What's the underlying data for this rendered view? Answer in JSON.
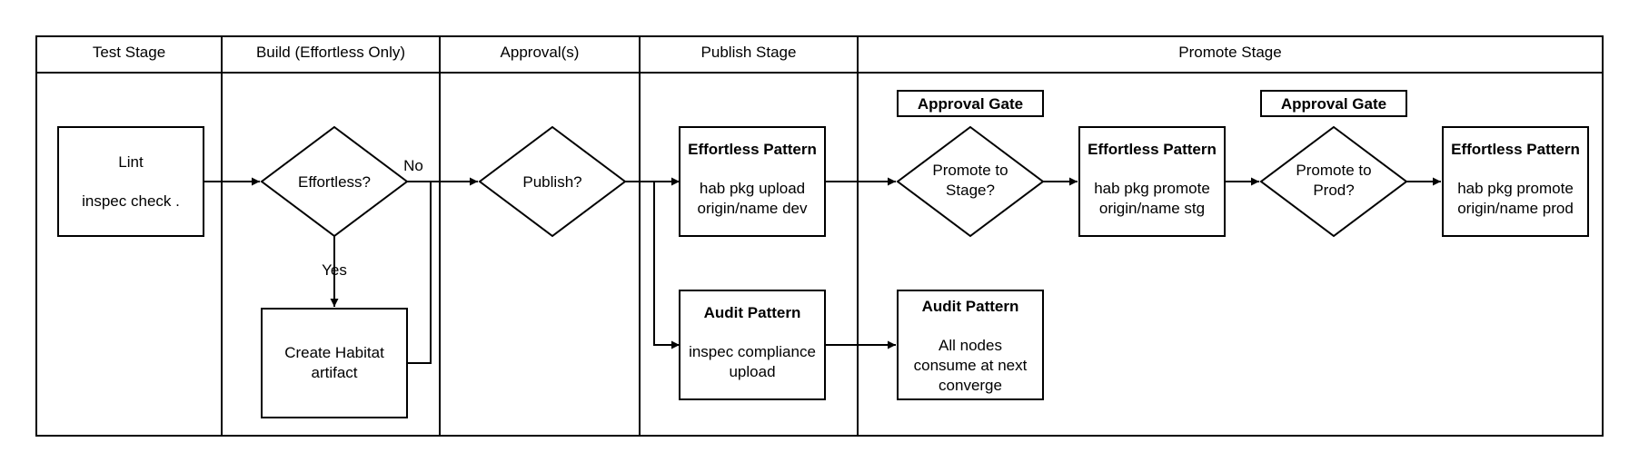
{
  "lanes": [
    {
      "id": "test",
      "label": "Test Stage"
    },
    {
      "id": "build",
      "label": "Build (Effortless Only)"
    },
    {
      "id": "approval",
      "label": "Approval(s)"
    },
    {
      "id": "publish",
      "label": "Publish Stage"
    },
    {
      "id": "promote",
      "label": "Promote Stage"
    }
  ],
  "nodes": {
    "lint": {
      "lines": [
        "Lint",
        "",
        "inspec check ."
      ]
    },
    "effortless_decision": {
      "lines": [
        "Effortless?"
      ]
    },
    "create_artifact": {
      "lines": [
        "Create Habitat",
        "artifact"
      ]
    },
    "publish_decision": {
      "lines": [
        "Publish?"
      ]
    },
    "effortless_publish": {
      "title": "Effortless Pattern",
      "lines": [
        "hab pkg upload",
        "origin/name dev"
      ]
    },
    "audit_publish": {
      "title": "Audit Pattern",
      "lines": [
        "inspec compliance",
        "upload"
      ]
    },
    "approval_gate_stage": {
      "title": "Approval Gate"
    },
    "promote_stage_decision": {
      "lines": [
        "Promote to",
        "Stage?"
      ]
    },
    "audit_promote": {
      "title": "Audit Pattern",
      "lines": [
        "All nodes",
        "consume at next",
        "converge"
      ]
    },
    "effortless_stg": {
      "title": "Effortless Pattern",
      "lines": [
        "hab pkg promote",
        "origin/name stg"
      ]
    },
    "approval_gate_prod": {
      "title": "Approval Gate"
    },
    "promote_prod_decision": {
      "lines": [
        "Promote to",
        "Prod?"
      ]
    },
    "effortless_prod": {
      "title": "Effortless Pattern",
      "lines": [
        "hab pkg promote",
        "origin/name prod"
      ]
    }
  },
  "edge_labels": {
    "no": "No",
    "yes": "Yes"
  }
}
